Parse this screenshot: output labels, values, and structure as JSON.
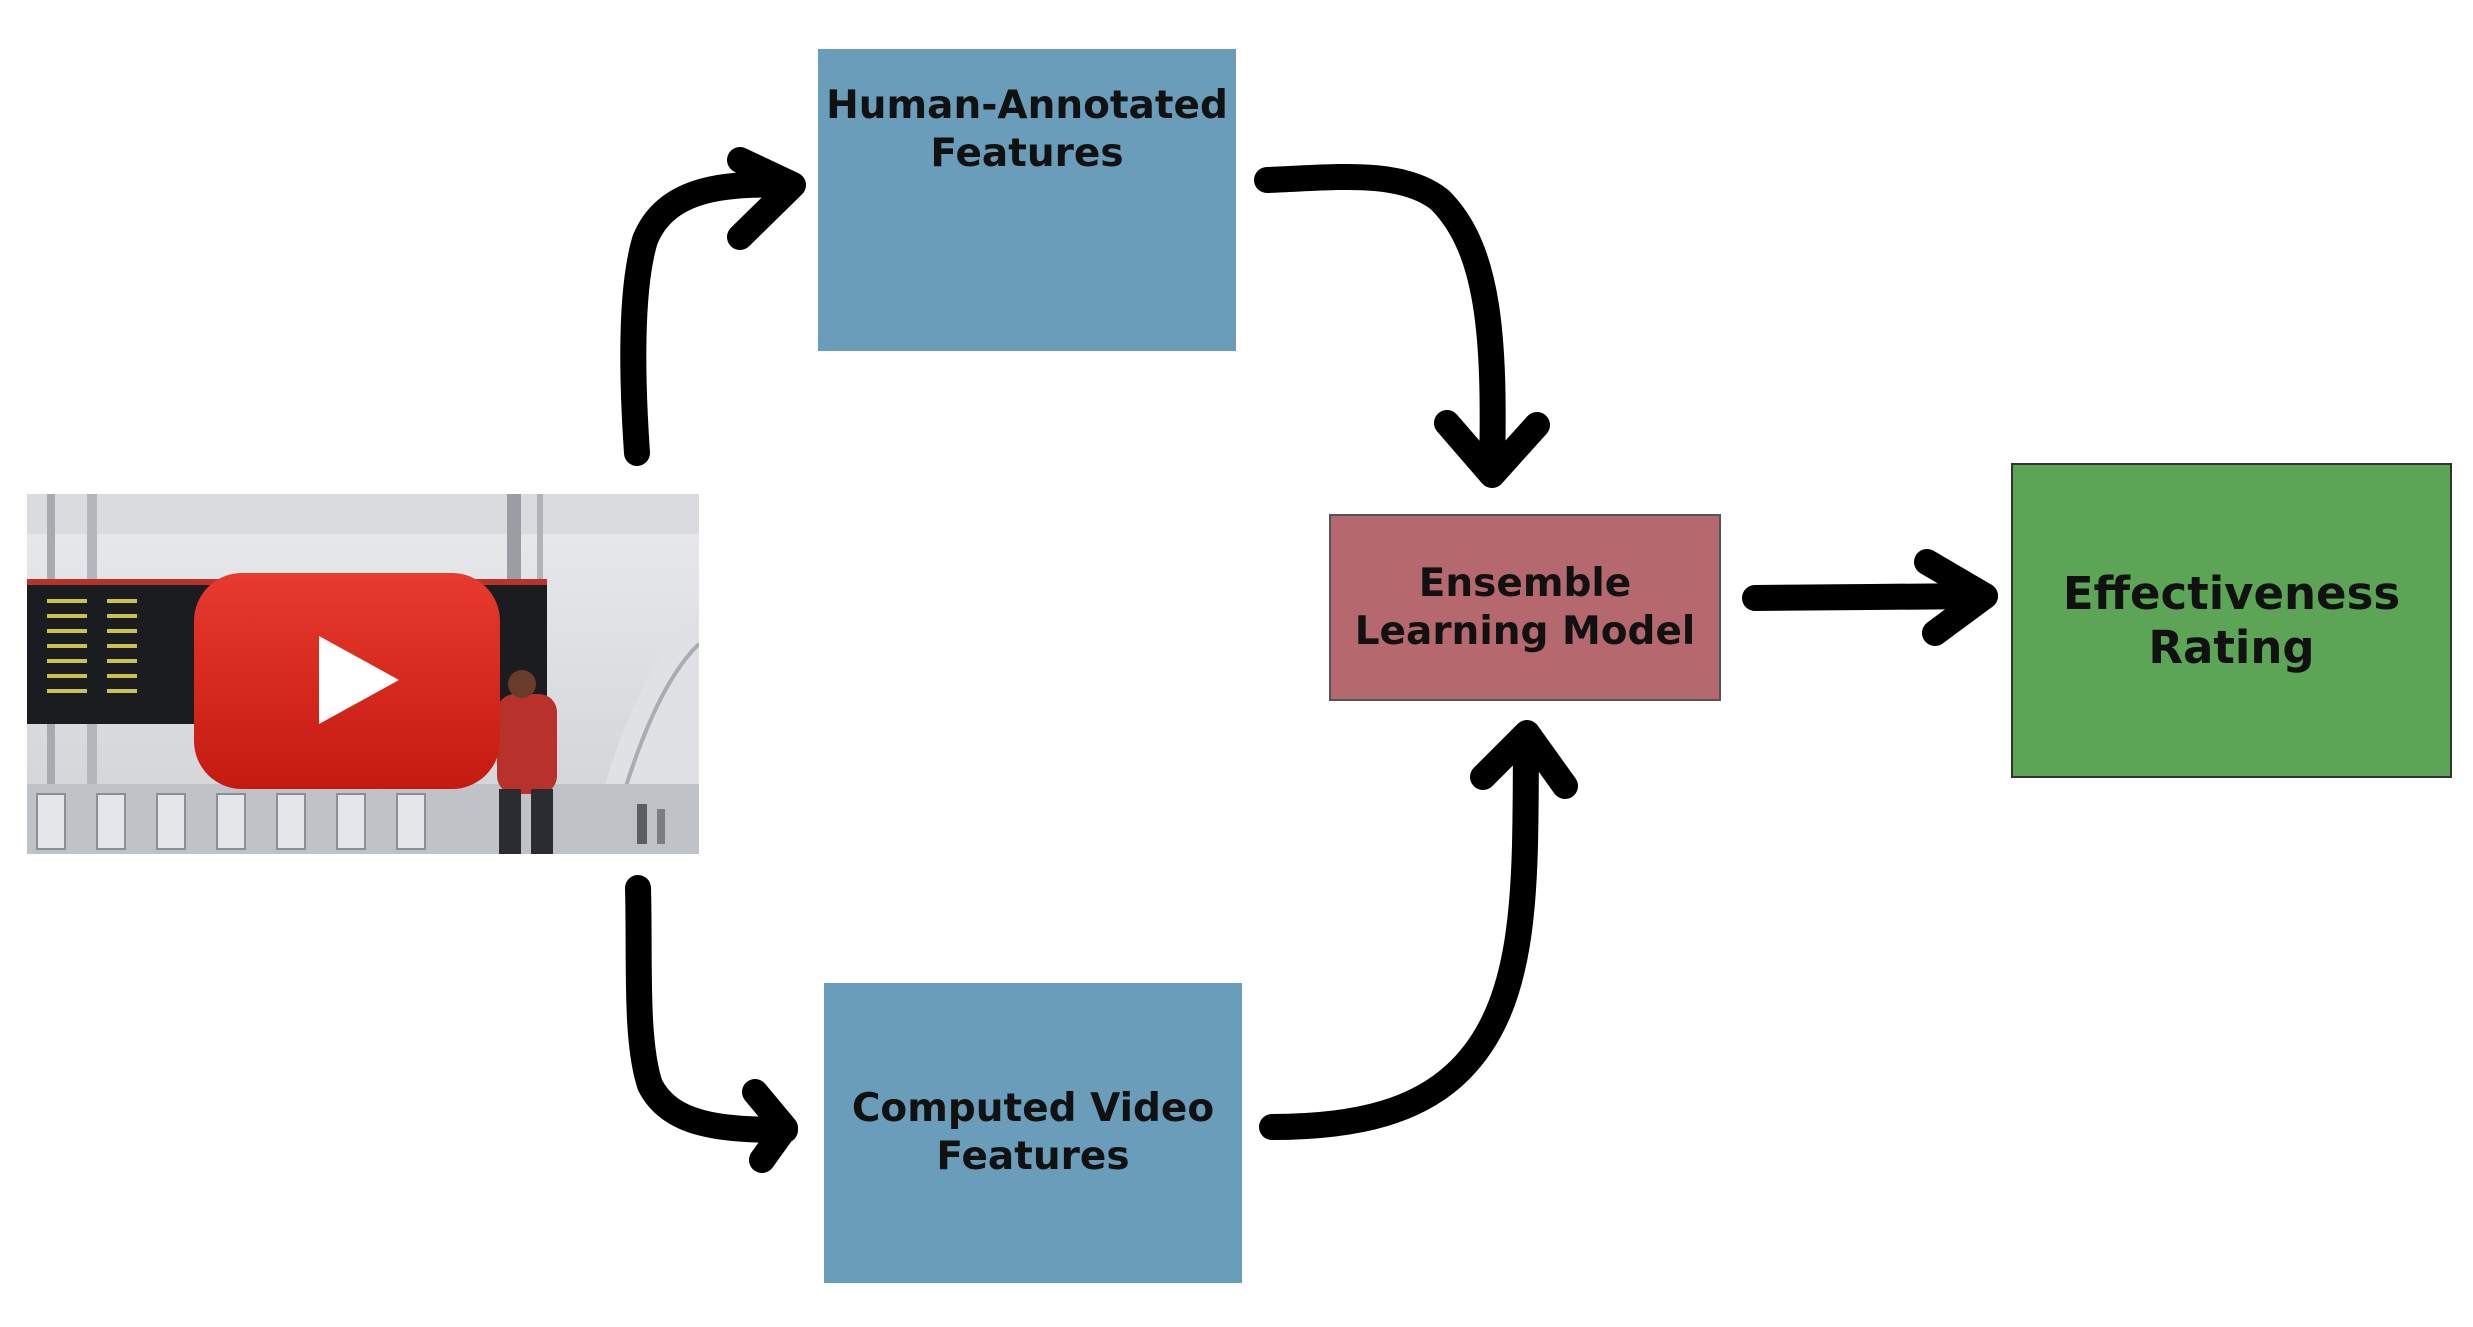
{
  "nodes": {
    "human_annotated": {
      "label": "Human-Annotated\nFeatures",
      "color": "#6a9dba"
    },
    "computed_video": {
      "label": "Computed Video\nFeatures",
      "color": "#6a9dba"
    },
    "ensemble": {
      "label": "Ensemble\nLearning Model",
      "color": "#b5686d"
    },
    "rating": {
      "label": "Effectiveness\nRating",
      "color": "#5ca556"
    }
  },
  "video": {
    "icon": "youtube-play-icon",
    "icon_color": "#e62117"
  },
  "edges": [
    {
      "from": "video",
      "to": "human_annotated"
    },
    {
      "from": "video",
      "to": "computed_video"
    },
    {
      "from": "human_annotated",
      "to": "ensemble"
    },
    {
      "from": "computed_video",
      "to": "ensemble"
    },
    {
      "from": "ensemble",
      "to": "rating"
    }
  ]
}
